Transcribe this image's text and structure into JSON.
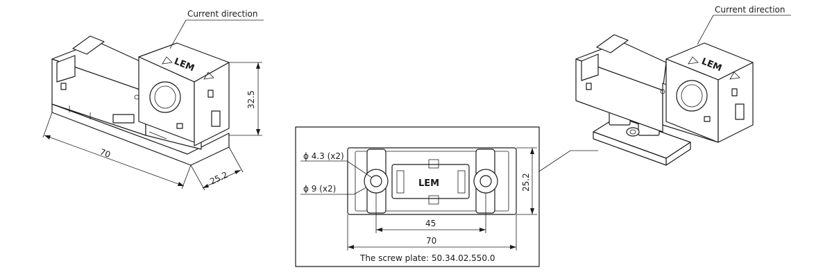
{
  "labels": {
    "current_direction_left": "Current direction",
    "current_direction_right": "Current direction",
    "logo_text": "LEM"
  },
  "dimensions_left": {
    "length": "70",
    "height": "32.5",
    "depth": "25.2"
  },
  "detail_box": {
    "hole_small": "ϕ 4.3 (x2)",
    "hole_large": "ϕ 9 (x2)",
    "hole_spacing": "45",
    "plate_length": "70",
    "plate_width": "25.2",
    "caption": "The screw plate: 50.34.02.550.0"
  }
}
